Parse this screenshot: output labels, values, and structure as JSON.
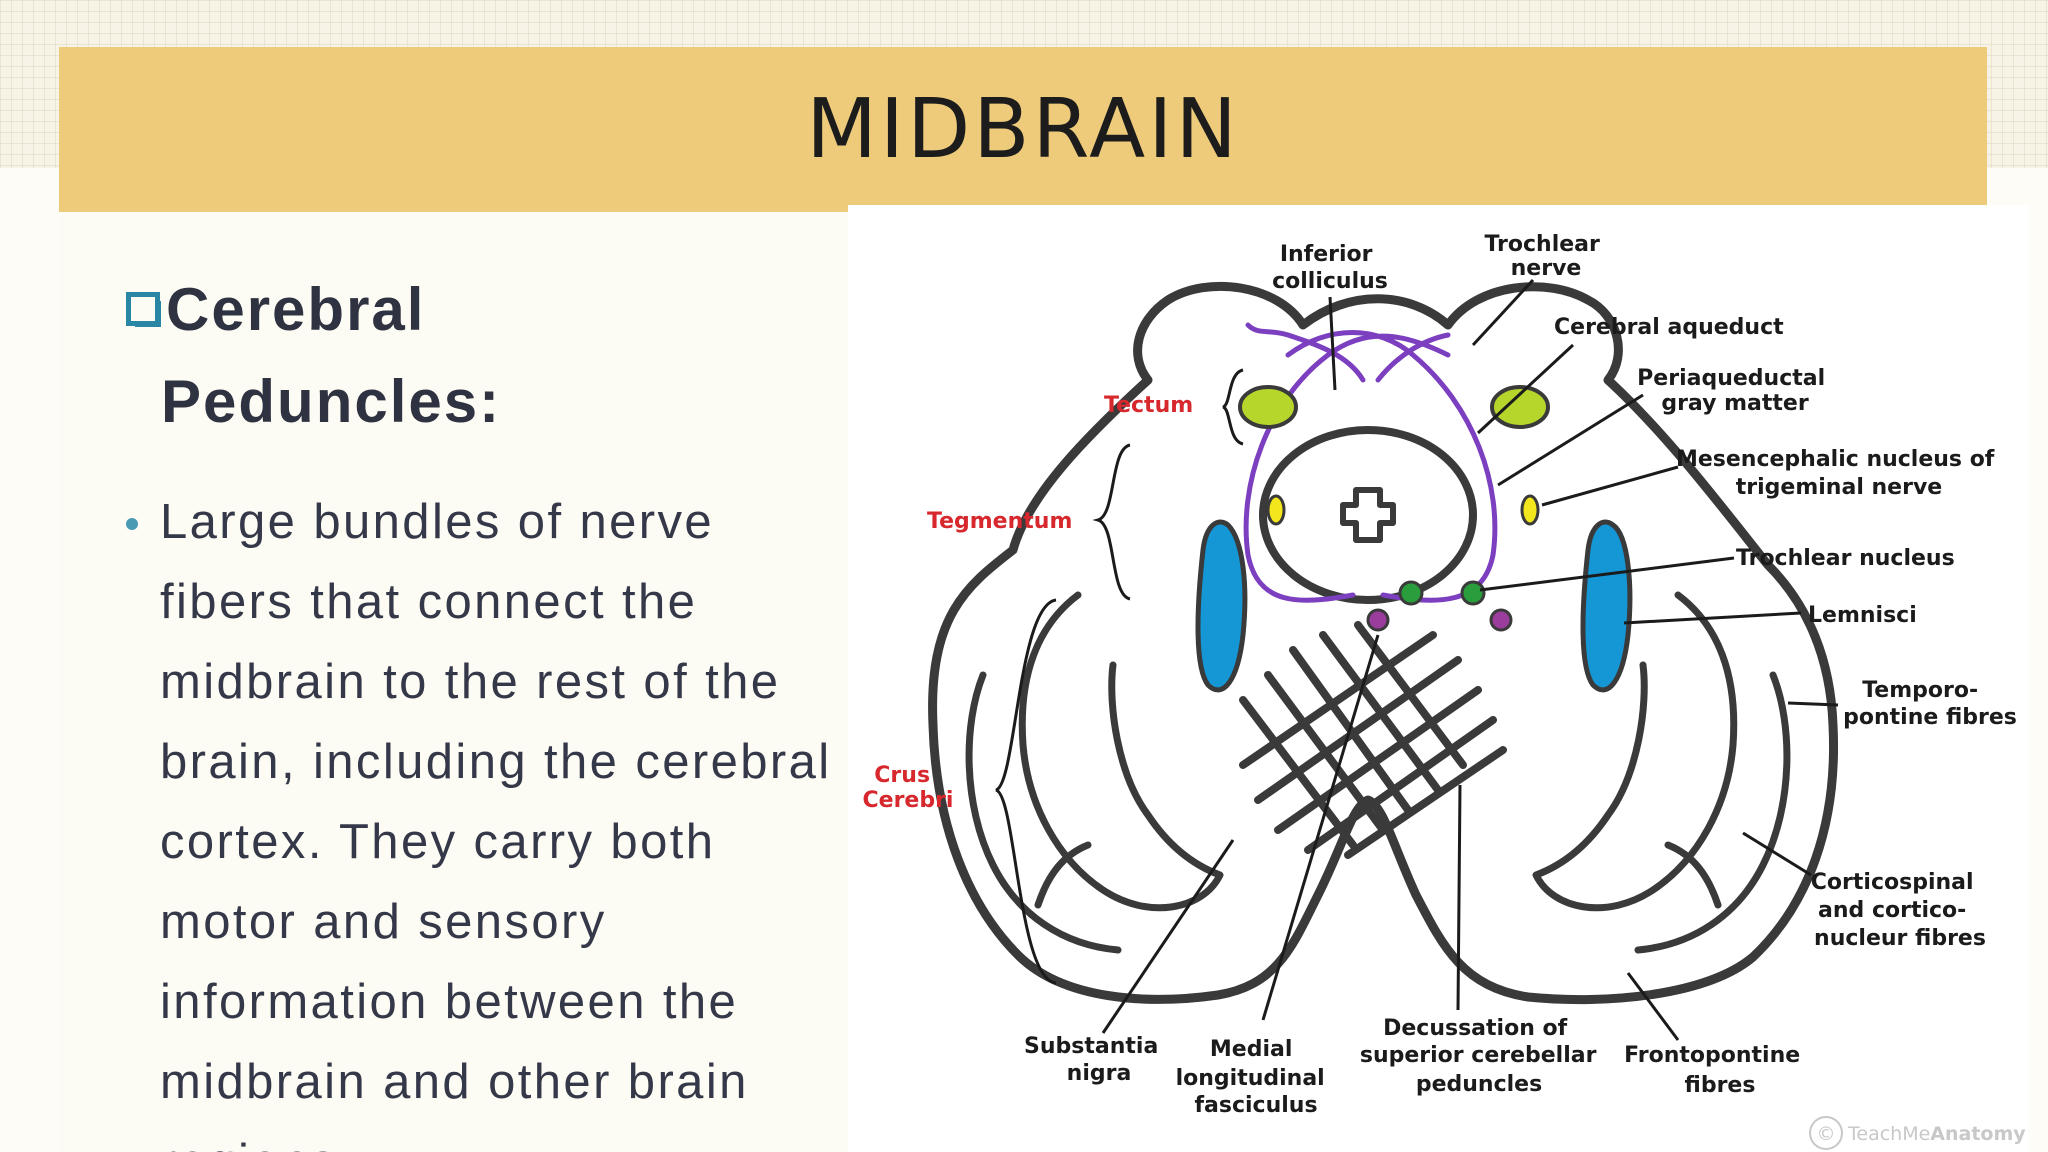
{
  "slide": {
    "title": "MIDBRAIN",
    "heading": [
      "Cerebral",
      "Peduncles:"
    ],
    "bullet": "Large bundles of nerve fibers that connect the midbrain to the rest of the brain, including the cerebral cortex. They carry both motor and sensory information between the midbrain and other brain regions"
  },
  "diagram": {
    "labels": {
      "inferior_colliculus": [
        "Inferior",
        "colliculus"
      ],
      "trochlear_nerve": [
        "Trochlear",
        "nerve"
      ],
      "cerebral_aqueduct": "Cerebral aqueduct",
      "periaqueductal": [
        "Periaqueductal",
        "gray matter"
      ],
      "mesencephalic": [
        "Mesencephalic nucleus of",
        "trigeminal nerve"
      ],
      "trochlear_nucleus": "Trochlear nucleus",
      "lemnisci": "Lemnisci",
      "temporo": [
        "Temporo-",
        "pontine fibres"
      ],
      "corticospinal": [
        "Corticospinal",
        "and cortico-",
        "nucleur fibres"
      ],
      "frontopontine": [
        "Frontopontine",
        "fibres"
      ],
      "decussation": [
        "Decussation of",
        "superior cerebellar",
        "peduncles"
      ],
      "medial_long": [
        "Medial",
        "longitudinal",
        "fasciculus"
      ],
      "substantia": [
        "Substantia",
        "nigra"
      ],
      "tectum": "Tectum",
      "tegmentum": "Tegmentum",
      "crus": [
        "Crus",
        "Cerebri"
      ]
    },
    "watermark": {
      "symbol": "©",
      "text_a": "TeachMe",
      "text_b": "Anatomy"
    },
    "colors": {
      "outline": "#3a3a3a",
      "colliculus": "#b6d62b",
      "mesencephalic": "#f2e61c",
      "trochlear_nucleus": "#2a9e3c",
      "lemnisci": "#1597d6",
      "trochlear_nerve": "#7b3fbf",
      "substantia_dot": "#9b3d9c",
      "region_label": "#d7282e"
    }
  }
}
